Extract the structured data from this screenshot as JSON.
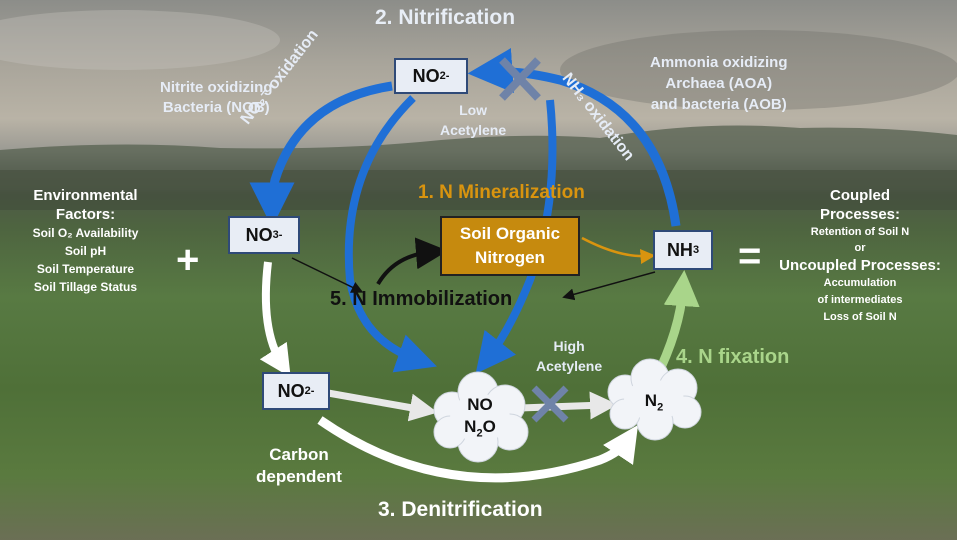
{
  "title_nitrification": "2. Nitrification",
  "label_nob": [
    "Nitrite oxidizing",
    "Bacteria (NOB)"
  ],
  "label_aoa": [
    "Ammonia oxidizing",
    "Archaea (AOA)",
    "and bacteria (AOB)"
  ],
  "label_no2_oxidation": "NO₂⁻ oxidation",
  "label_nh3_oxidation": "NH₃ oxidation",
  "label_low_acetylene": [
    "Low",
    "Acetylene"
  ],
  "title_mineralization": "1.   N Mineralization",
  "soil_organic_nitrogen": [
    "Soil Organic",
    "Nitrogen"
  ],
  "title_immobilization": "5. N Immobilization",
  "env_factors": {
    "heading": [
      "Environmental",
      "Factors:"
    ],
    "items": [
      "Soil O₂ Availability",
      "Soil pH",
      "Soil Temperature",
      "Soil Tillage Status"
    ]
  },
  "coupled": {
    "heading": [
      "Coupled",
      "Processes:"
    ],
    "retention": "Retention of Soil N",
    "or": "or",
    "uncoupled_heading": "Uncoupled Processes:",
    "uncoupled_items": [
      "Accumulation",
      "of intermediates",
      "Loss of Soil N"
    ]
  },
  "plus_sign": "+",
  "equals_sign": "=",
  "box_no2_top": {
    "main": "NO",
    "sub": "2",
    "sup": "-"
  },
  "box_no3": {
    "main": "NO",
    "sub": "3",
    "sup": "-"
  },
  "box_nh3": {
    "main": "NH",
    "sub": "3"
  },
  "box_no2_bottom": {
    "main": "NO",
    "sub": "2",
    "sup": "-"
  },
  "cloud_no": "NO",
  "cloud_n2o": {
    "main": "N",
    "sub": "2",
    "tail": "O"
  },
  "cloud_n2": {
    "main": "N",
    "sub": "2"
  },
  "label_high_acetylene": [
    "High",
    "Acetylene"
  ],
  "title_fixation": "4. N fixation",
  "label_carbon": [
    "Carbon",
    "dependent"
  ],
  "title_denitrification": "3. Denitrification",
  "colors": {
    "blue": "#1f6fd6",
    "orange": "#d9940f",
    "green": "#a9d58a",
    "box_fill": "#e8edf5",
    "box_border": "#2f4a78",
    "x_mark": "#6f83a8"
  }
}
